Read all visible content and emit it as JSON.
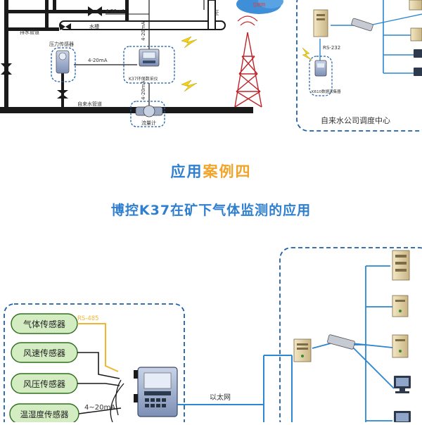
{
  "top": {
    "labels": {
      "drain_pipe": "排水管道",
      "water_tank": "水槽",
      "pressure_sensor": "压力传感器",
      "tap_water_pipe": "自来水管道",
      "current_1": "4-20mA",
      "current_2": "4-20mA",
      "current_3": "4-20mA",
      "current_4": "4-20mA",
      "ph_short": "PH",
      "k37": "K37环保数采仪",
      "flowmeter": "流量计",
      "rs232": "RS-232",
      "k610": "K610数据采集器",
      "dispatch_center": "自来水公司调度中心",
      "cloud_text": "互联网"
    }
  },
  "case": {
    "title_part1": "应用",
    "title_part2": "案例四",
    "subtitle": "博控K37在矿下气体监测的应用"
  },
  "bottom": {
    "sensors": [
      "气体传感器",
      "风速传感器",
      "风压传感器",
      "温湿度传感器"
    ],
    "rs485": "RS-485",
    "current": "4~20mA",
    "ethernet": "以太网"
  },
  "colors": {
    "blue_text": "#2f7fd0",
    "orange_text": "#f0a429",
    "dashed_border": "#1d5fa8",
    "sensor_fill": "#d4ecc2",
    "network_line": "#2c86d1",
    "rs485_line": "#f2b531",
    "pipe": "#1a1a1a"
  }
}
